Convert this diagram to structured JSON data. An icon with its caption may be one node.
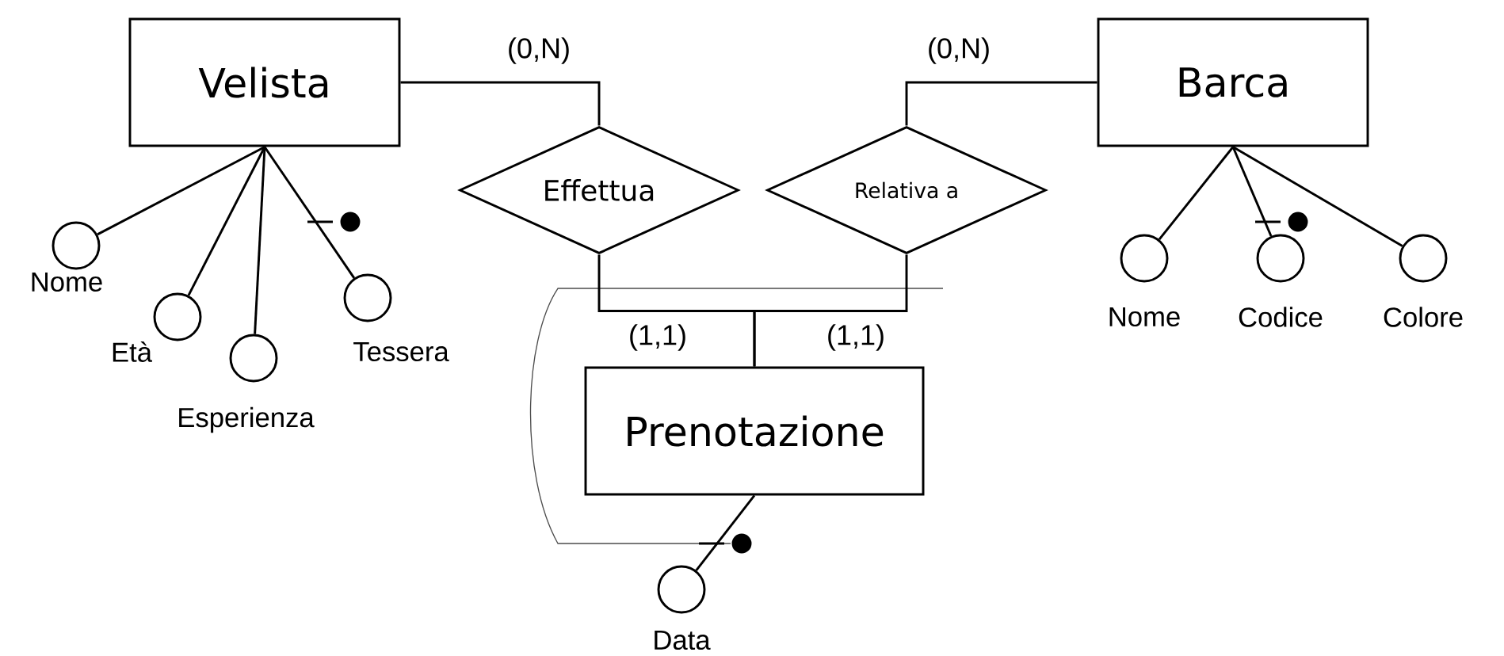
{
  "diagram": {
    "nodes": [
      {
        "text": [
          "Velista"
        ]
      },
      {
        "text": [
          "Effettua"
        ]
      },
      {
        "text": [
          "Relativa a"
        ]
      },
      {
        "text": [
          "Barca"
        ]
      },
      {
        "text": [
          "Prenotazione"
        ]
      },
      {
        "text": [],
        "shape": "circle",
        "beside": [
          "Nome"
        ]
      },
      {
        "text": [],
        "shape": "circle",
        "beside": [
          "Età"
        ]
      },
      {
        "text": [],
        "shape": "circle",
        "beside": [
          "Esperienza"
        ]
      },
      {
        "text": [],
        "shape": "circle",
        "beside": [
          "Tessera"
        ]
      },
      {
        "text": [],
        "shape": "circle",
        "beside": [
          "Nome"
        ]
      },
      {
        "text": [],
        "shape": "circle",
        "beside": [
          "Codice"
        ]
      },
      {
        "text": [],
        "shape": "circle",
        "beside": [
          "Colore"
        ]
      },
      {
        "text": [],
        "shape": "circle",
        "beside": [
          "Data"
        ]
      }
    ],
    "edges": [
      {
        "from": 0,
        "to": 1,
        "arrow": "none",
        "label": "(0,N)"
      },
      {
        "from": 3,
        "to": 2,
        "arrow": "none",
        "label": "(0,N)"
      },
      {
        "from": 1,
        "to": 4,
        "arrow": "none",
        "label": "(1,1)"
      },
      {
        "from": 2,
        "to": 4,
        "arrow": "none",
        "label": "(1,1)"
      },
      {
        "from": 0,
        "to": 5,
        "arrow": "none"
      },
      {
        "from": 0,
        "to": 6,
        "arrow": "none"
      },
      {
        "from": 0,
        "to": 7,
        "arrow": "none"
      },
      {
        "from": 0,
        "to": 8,
        "arrow": "none"
      },
      {
        "from": 3,
        "to": 9,
        "arrow": "none"
      },
      {
        "from": 3,
        "to": 10,
        "arrow": "none"
      },
      {
        "from": 3,
        "to": 11,
        "arrow": "none"
      },
      {
        "from": 4,
        "to": 12,
        "arrow": "none"
      }
    ]
  }
}
